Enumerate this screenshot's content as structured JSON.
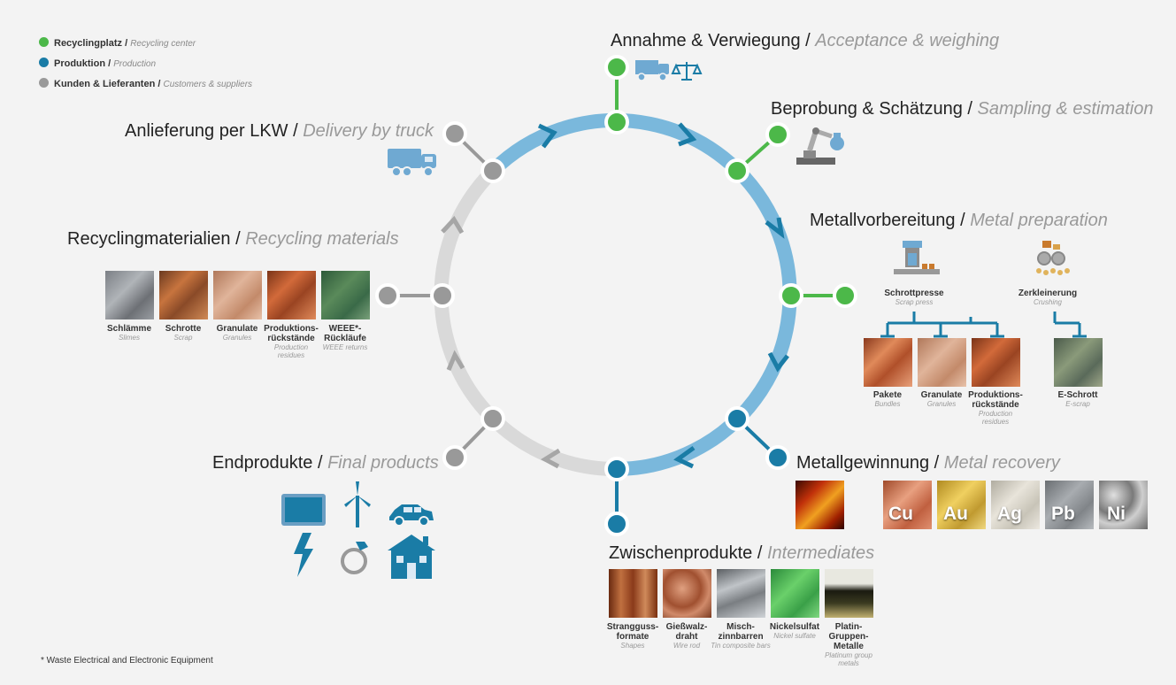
{
  "legend": [
    {
      "de": "Recyclingplatz",
      "en": "Recycling center",
      "color": "#4cb849"
    },
    {
      "de": "Produktion",
      "en": "Production",
      "color": "#1a7ca6"
    },
    {
      "de": "Kunden & Lieferanten",
      "en": "Customers & suppliers",
      "color": "#999999"
    }
  ],
  "colors": {
    "green": "#4cb849",
    "blue": "#1a7ca6",
    "gray": "#999999",
    "ring_blue": "#7ab8dc",
    "ring_gray": "#d9d9d9"
  },
  "stations": {
    "acceptance": {
      "de": "Annahme & Verwiegung",
      "en": "Acceptance & weighing"
    },
    "sampling": {
      "de": "Beprobung & Schätzung",
      "en": "Sampling & estimation"
    },
    "preparation": {
      "de": "Metallvorbereitung",
      "en": "Metal preparation"
    },
    "recovery": {
      "de": "Metallgewinnung",
      "en": "Metal recovery"
    },
    "intermediates": {
      "de": "Zwischenprodukte",
      "en": "Intermediates"
    },
    "final": {
      "de": "Endprodukte",
      "en": "Final products"
    },
    "materials": {
      "de": "Recyclingmaterialien",
      "en": "Recycling materials"
    },
    "delivery": {
      "de": "Anlieferung per LKW",
      "en": "Delivery by truck"
    }
  },
  "recycling_materials": [
    {
      "de": "Schlämme",
      "en": "Slimes"
    },
    {
      "de": "Schrotte",
      "en": "Scrap"
    },
    {
      "de": "Granulate",
      "en": "Granules"
    },
    {
      "de": "Produktions-\nrückstände",
      "en": "Production residues"
    },
    {
      "de": "WEEE*-\nRückläufe",
      "en": "WEEE returns"
    }
  ],
  "preparation_steps": [
    {
      "de": "Schrottpresse",
      "en": "Scrap press"
    },
    {
      "de": "Zerkleinerung",
      "en": "Crushing"
    }
  ],
  "preparation_outputs": [
    {
      "de": "Pakete",
      "en": "Bundles"
    },
    {
      "de": "Granulate",
      "en": "Granules"
    },
    {
      "de": "Produktions-\nrückstände",
      "en": "Production residues"
    },
    {
      "de": "E-Schrott",
      "en": "E-scrap"
    }
  ],
  "metals": [
    "Cu",
    "Au",
    "Ag",
    "Pb",
    "Ni"
  ],
  "intermediates": [
    {
      "de": "Strangguss-\nformate",
      "en": "Shapes"
    },
    {
      "de": "Gießwalz-\ndraht",
      "en": "Wire rod"
    },
    {
      "de": "Misch-\nzinnbarren",
      "en": "Tin composite bars"
    },
    {
      "de": "Nickelsulfat",
      "en": "Nickel sulfate"
    },
    {
      "de": "Platin-\nGruppen-\nMetalle",
      "en": "Platinum group metals"
    }
  ],
  "footnote": "* Waste Electrical and Electronic Equipment"
}
